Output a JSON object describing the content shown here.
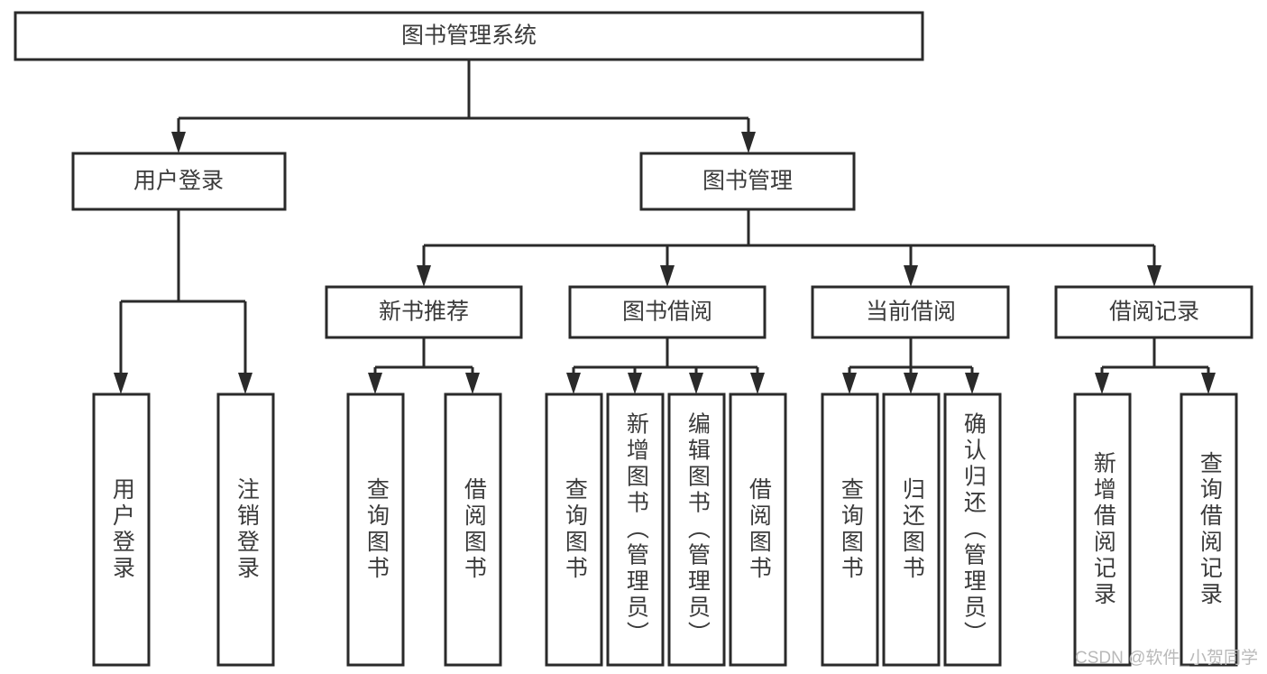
{
  "diagram": {
    "type": "tree-hierarchy-flowchart",
    "title": "图书管理系统",
    "orientation": "top-down",
    "theme": {
      "background": "#ffffff",
      "box_fill": "#ffffff",
      "box_stroke": "#2a2a2a",
      "text_color": "#3b3b3b",
      "watermark_color": "#b9b9b9"
    },
    "root": {
      "id": "root",
      "label": "图书管理系统",
      "text_orientation": "horizontal"
    },
    "level2": [
      {
        "id": "user-login",
        "label": "用户登录",
        "text_orientation": "horizontal"
      },
      {
        "id": "book-manage",
        "label": "图书管理",
        "text_orientation": "horizontal"
      }
    ],
    "level3": [
      {
        "id": "new-book-recommend",
        "label": "新书推荐",
        "parent": "book-manage",
        "text_orientation": "horizontal"
      },
      {
        "id": "book-borrow",
        "label": "图书借阅",
        "parent": "book-manage",
        "text_orientation": "horizontal"
      },
      {
        "id": "current-borrow",
        "label": "当前借阅",
        "parent": "book-manage",
        "text_orientation": "horizontal"
      },
      {
        "id": "borrow-record",
        "label": "借阅记录",
        "parent": "book-manage",
        "text_orientation": "horizontal"
      }
    ],
    "leaves": [
      {
        "id": "leaf-user-login",
        "label": "用户登录",
        "parent": "user-login",
        "text_orientation": "vertical"
      },
      {
        "id": "leaf-logout",
        "label": "注销登录",
        "parent": "user-login",
        "text_orientation": "vertical"
      },
      {
        "id": "leaf-query-book-1",
        "label": "查询图书",
        "parent": "new-book-recommend",
        "text_orientation": "vertical"
      },
      {
        "id": "leaf-borrow-book-1",
        "label": "借阅图书",
        "parent": "new-book-recommend",
        "text_orientation": "vertical"
      },
      {
        "id": "leaf-query-book-2",
        "label": "查询图书",
        "parent": "book-borrow",
        "text_orientation": "vertical"
      },
      {
        "id": "leaf-add-book",
        "label": "新增图书（管理员）",
        "parent": "book-borrow",
        "text_orientation": "vertical"
      },
      {
        "id": "leaf-edit-book",
        "label": "编辑图书（管理员）",
        "parent": "book-borrow",
        "text_orientation": "vertical"
      },
      {
        "id": "leaf-borrow-book-2",
        "label": "借阅图书",
        "parent": "book-borrow",
        "text_orientation": "vertical"
      },
      {
        "id": "leaf-query-book-3",
        "label": "查询图书",
        "parent": "current-borrow",
        "text_orientation": "vertical"
      },
      {
        "id": "leaf-return-book",
        "label": "归还图书",
        "parent": "current-borrow",
        "text_orientation": "vertical"
      },
      {
        "id": "leaf-confirm-return",
        "label": "确认归还（管理员）",
        "parent": "current-borrow",
        "text_orientation": "vertical"
      },
      {
        "id": "leaf-add-record",
        "label": "新增借阅记录",
        "parent": "borrow-record",
        "text_orientation": "vertical"
      },
      {
        "id": "leaf-query-record",
        "label": "查询借阅记录",
        "parent": "borrow-record",
        "text_orientation": "vertical"
      }
    ],
    "watermark": "CSDN @软件_小贺同学"
  }
}
